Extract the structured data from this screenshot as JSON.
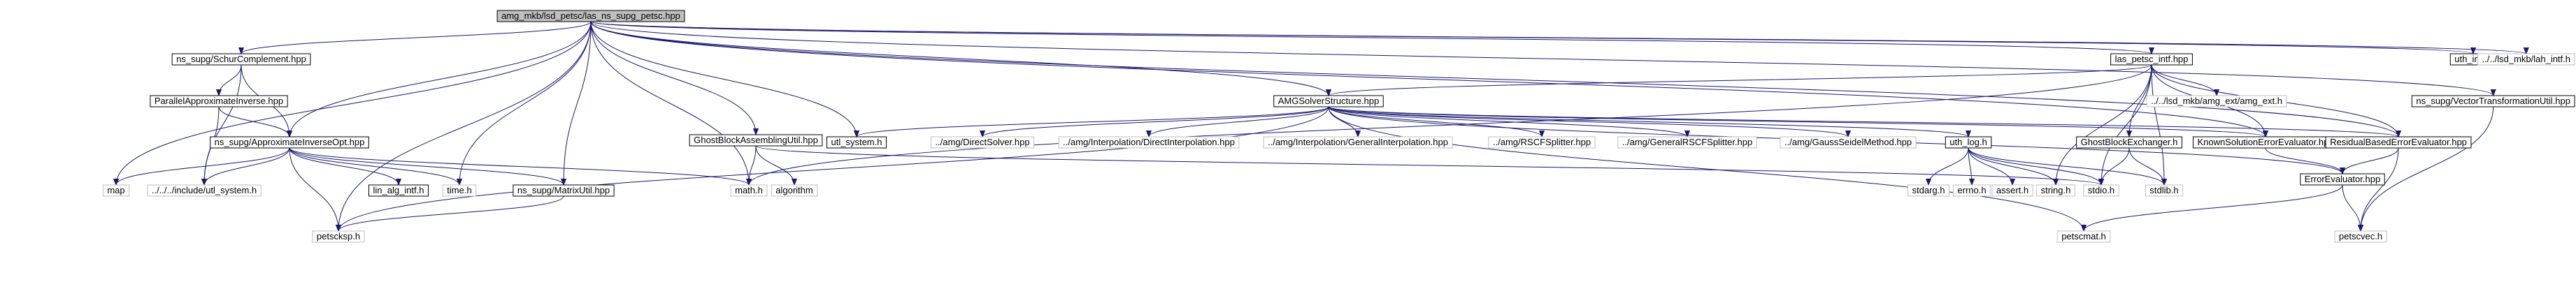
{
  "colors": {
    "edge": "#191970",
    "root_fill": "#bfbfbf",
    "node_border": "#000000",
    "external_border": "#bfbfbf",
    "background": "#ffffff"
  },
  "nodes": [
    {
      "id": "root",
      "label": "amg_mkb/lsd_petsc/las_ns_supg_petsc.hpp",
      "kind": "root"
    },
    {
      "id": "schur",
      "label": "ns_supg/SchurComplement.hpp",
      "kind": "doc"
    },
    {
      "id": "paraapprox",
      "label": "ParallelApproximateInverse.hpp",
      "kind": "doc"
    },
    {
      "id": "approxopt",
      "label": "ns_supg/ApproximateInverseOpt.hpp",
      "kind": "doc"
    },
    {
      "id": "map",
      "label": "map",
      "kind": "ext"
    },
    {
      "id": "utlsys_inc",
      "label": "../../../include/utl_system.h",
      "kind": "ext"
    },
    {
      "id": "linalg",
      "label": "lin_alg_intf.h",
      "kind": "doc"
    },
    {
      "id": "timeh",
      "label": "time.h",
      "kind": "ext"
    },
    {
      "id": "matrixutil",
      "label": "ns_supg/MatrixUtil.hpp",
      "kind": "doc"
    },
    {
      "id": "petscksp",
      "label": "petscksp.h",
      "kind": "ext"
    },
    {
      "id": "ghostassem",
      "label": "GhostBlockAssemblingUtil.hpp",
      "kind": "doc"
    },
    {
      "id": "mathh",
      "label": "math.h",
      "kind": "ext"
    },
    {
      "id": "algorithm",
      "label": "algorithm",
      "kind": "ext"
    },
    {
      "id": "utlsys",
      "label": "utl_system.h",
      "kind": "doc"
    },
    {
      "id": "amgsolver",
      "label": "AMGSolverStructure.hpp",
      "kind": "doc"
    },
    {
      "id": "direct",
      "label": "../amg/DirectSolver.hpp",
      "kind": "ext"
    },
    {
      "id": "directinterp",
      "label": "../amg/Interpolation/DirectInterpolation.hpp",
      "kind": "ext"
    },
    {
      "id": "geninterp",
      "label": "../amg/Interpolation/GeneralInterpolation.hpp",
      "kind": "ext"
    },
    {
      "id": "rscf",
      "label": "../amg/RSCFSplitter.hpp",
      "kind": "ext"
    },
    {
      "id": "genrscf",
      "label": "../amg/GeneralRSCFSplitter.hpp",
      "kind": "ext"
    },
    {
      "id": "gauss",
      "label": "../amg/GaussSeidelMethod.hpp",
      "kind": "ext"
    },
    {
      "id": "uthlog",
      "label": "uth_log.h",
      "kind": "doc"
    },
    {
      "id": "stdargh",
      "label": "stdarg.h",
      "kind": "ext"
    },
    {
      "id": "errnoh",
      "label": "errno.h",
      "kind": "ext"
    },
    {
      "id": "asserth",
      "label": "assert.h",
      "kind": "ext"
    },
    {
      "id": "stringh",
      "label": "string.h",
      "kind": "ext"
    },
    {
      "id": "stdioh",
      "label": "stdio.h",
      "kind": "ext"
    },
    {
      "id": "petscmat",
      "label": "petscmat.h",
      "kind": "ext"
    },
    {
      "id": "lasintf",
      "label": "las_petsc_intf.hpp",
      "kind": "doc"
    },
    {
      "id": "amgext",
      "label": "../../lsd_mkb/amg_ext/amg_ext.h",
      "kind": "ext"
    },
    {
      "id": "ghostex",
      "label": "GhostBlockExchanger.h",
      "kind": "doc"
    },
    {
      "id": "stdlibh",
      "label": "stdlib.h",
      "kind": "ext"
    },
    {
      "id": "known",
      "label": "KnownSolutionErrorEvaluator.hpp",
      "kind": "doc"
    },
    {
      "id": "residual",
      "label": "ResidualBasedErrorEvaluator.hpp",
      "kind": "doc"
    },
    {
      "id": "erreval",
      "label": "ErrorEvaluator.hpp",
      "kind": "doc"
    },
    {
      "id": "petscvec",
      "label": "petscvec.h",
      "kind": "ext"
    },
    {
      "id": "uthintf",
      "label": "uth_intf.h",
      "kind": "doc"
    },
    {
      "id": "lahintf",
      "label": "../../lsd_mkb/lah_intf.h",
      "kind": "ext"
    },
    {
      "id": "vectrans",
      "label": "ns_supg/VectorTransformationUtil.hpp",
      "kind": "doc"
    }
  ],
  "edges": [
    [
      "root",
      "schur"
    ],
    [
      "root",
      "approxopt"
    ],
    [
      "root",
      "map"
    ],
    [
      "root",
      "petscksp"
    ],
    [
      "root",
      "timeh"
    ],
    [
      "root",
      "matrixutil"
    ],
    [
      "root",
      "ghostassem"
    ],
    [
      "root",
      "mathh"
    ],
    [
      "root",
      "utlsys"
    ],
    [
      "root",
      "amgsolver"
    ],
    [
      "root",
      "lasintf"
    ],
    [
      "root",
      "uthintf"
    ],
    [
      "root",
      "lahintf"
    ],
    [
      "root",
      "vectrans"
    ],
    [
      "root",
      "known"
    ],
    [
      "root",
      "residual"
    ],
    [
      "schur",
      "paraapprox"
    ],
    [
      "schur",
      "approxopt"
    ],
    [
      "schur",
      "utlsys_inc"
    ],
    [
      "paraapprox",
      "approxopt"
    ],
    [
      "paraapprox",
      "utlsys_inc"
    ],
    [
      "approxopt",
      "map"
    ],
    [
      "approxopt",
      "utlsys_inc"
    ],
    [
      "approxopt",
      "linalg"
    ],
    [
      "approxopt",
      "timeh"
    ],
    [
      "approxopt",
      "matrixutil"
    ],
    [
      "approxopt",
      "petscksp"
    ],
    [
      "approxopt",
      "mathh"
    ],
    [
      "matrixutil",
      "petscksp"
    ],
    [
      "ghostassem",
      "mathh"
    ],
    [
      "ghostassem",
      "algorithm"
    ],
    [
      "ghostassem",
      "stdioh"
    ],
    [
      "amgsolver",
      "utlsys"
    ],
    [
      "amgsolver",
      "direct"
    ],
    [
      "amgsolver",
      "directinterp"
    ],
    [
      "amgsolver",
      "geninterp"
    ],
    [
      "amgsolver",
      "rscf"
    ],
    [
      "amgsolver",
      "genrscf"
    ],
    [
      "amgsolver",
      "gauss"
    ],
    [
      "amgsolver",
      "uthlog"
    ],
    [
      "amgsolver",
      "petscmat"
    ],
    [
      "amgsolver",
      "petscksp"
    ],
    [
      "amgsolver",
      "known"
    ],
    [
      "amgsolver",
      "residual"
    ],
    [
      "amgsolver",
      "erreval"
    ],
    [
      "uthlog",
      "stdargh"
    ],
    [
      "uthlog",
      "errnoh"
    ],
    [
      "uthlog",
      "asserth"
    ],
    [
      "uthlog",
      "stringh"
    ],
    [
      "uthlog",
      "stdioh"
    ],
    [
      "uthlog",
      "stdlibh"
    ],
    [
      "lasintf",
      "amgsolver"
    ],
    [
      "lasintf",
      "amgext"
    ],
    [
      "lasintf",
      "ghostex"
    ],
    [
      "lasintf",
      "stringh"
    ],
    [
      "lasintf",
      "stdioh"
    ],
    [
      "lasintf",
      "stdlibh"
    ],
    [
      "lasintf",
      "known"
    ],
    [
      "lasintf",
      "residual"
    ],
    [
      "lasintf",
      "mathh"
    ],
    [
      "ghostex",
      "stdioh"
    ],
    [
      "ghostex",
      "stdlibh"
    ],
    [
      "known",
      "erreval"
    ],
    [
      "residual",
      "erreval"
    ],
    [
      "residual",
      "petscvec"
    ],
    [
      "erreval",
      "petscmat"
    ],
    [
      "erreval",
      "petscvec"
    ],
    [
      "vectrans",
      "petscvec"
    ]
  ]
}
